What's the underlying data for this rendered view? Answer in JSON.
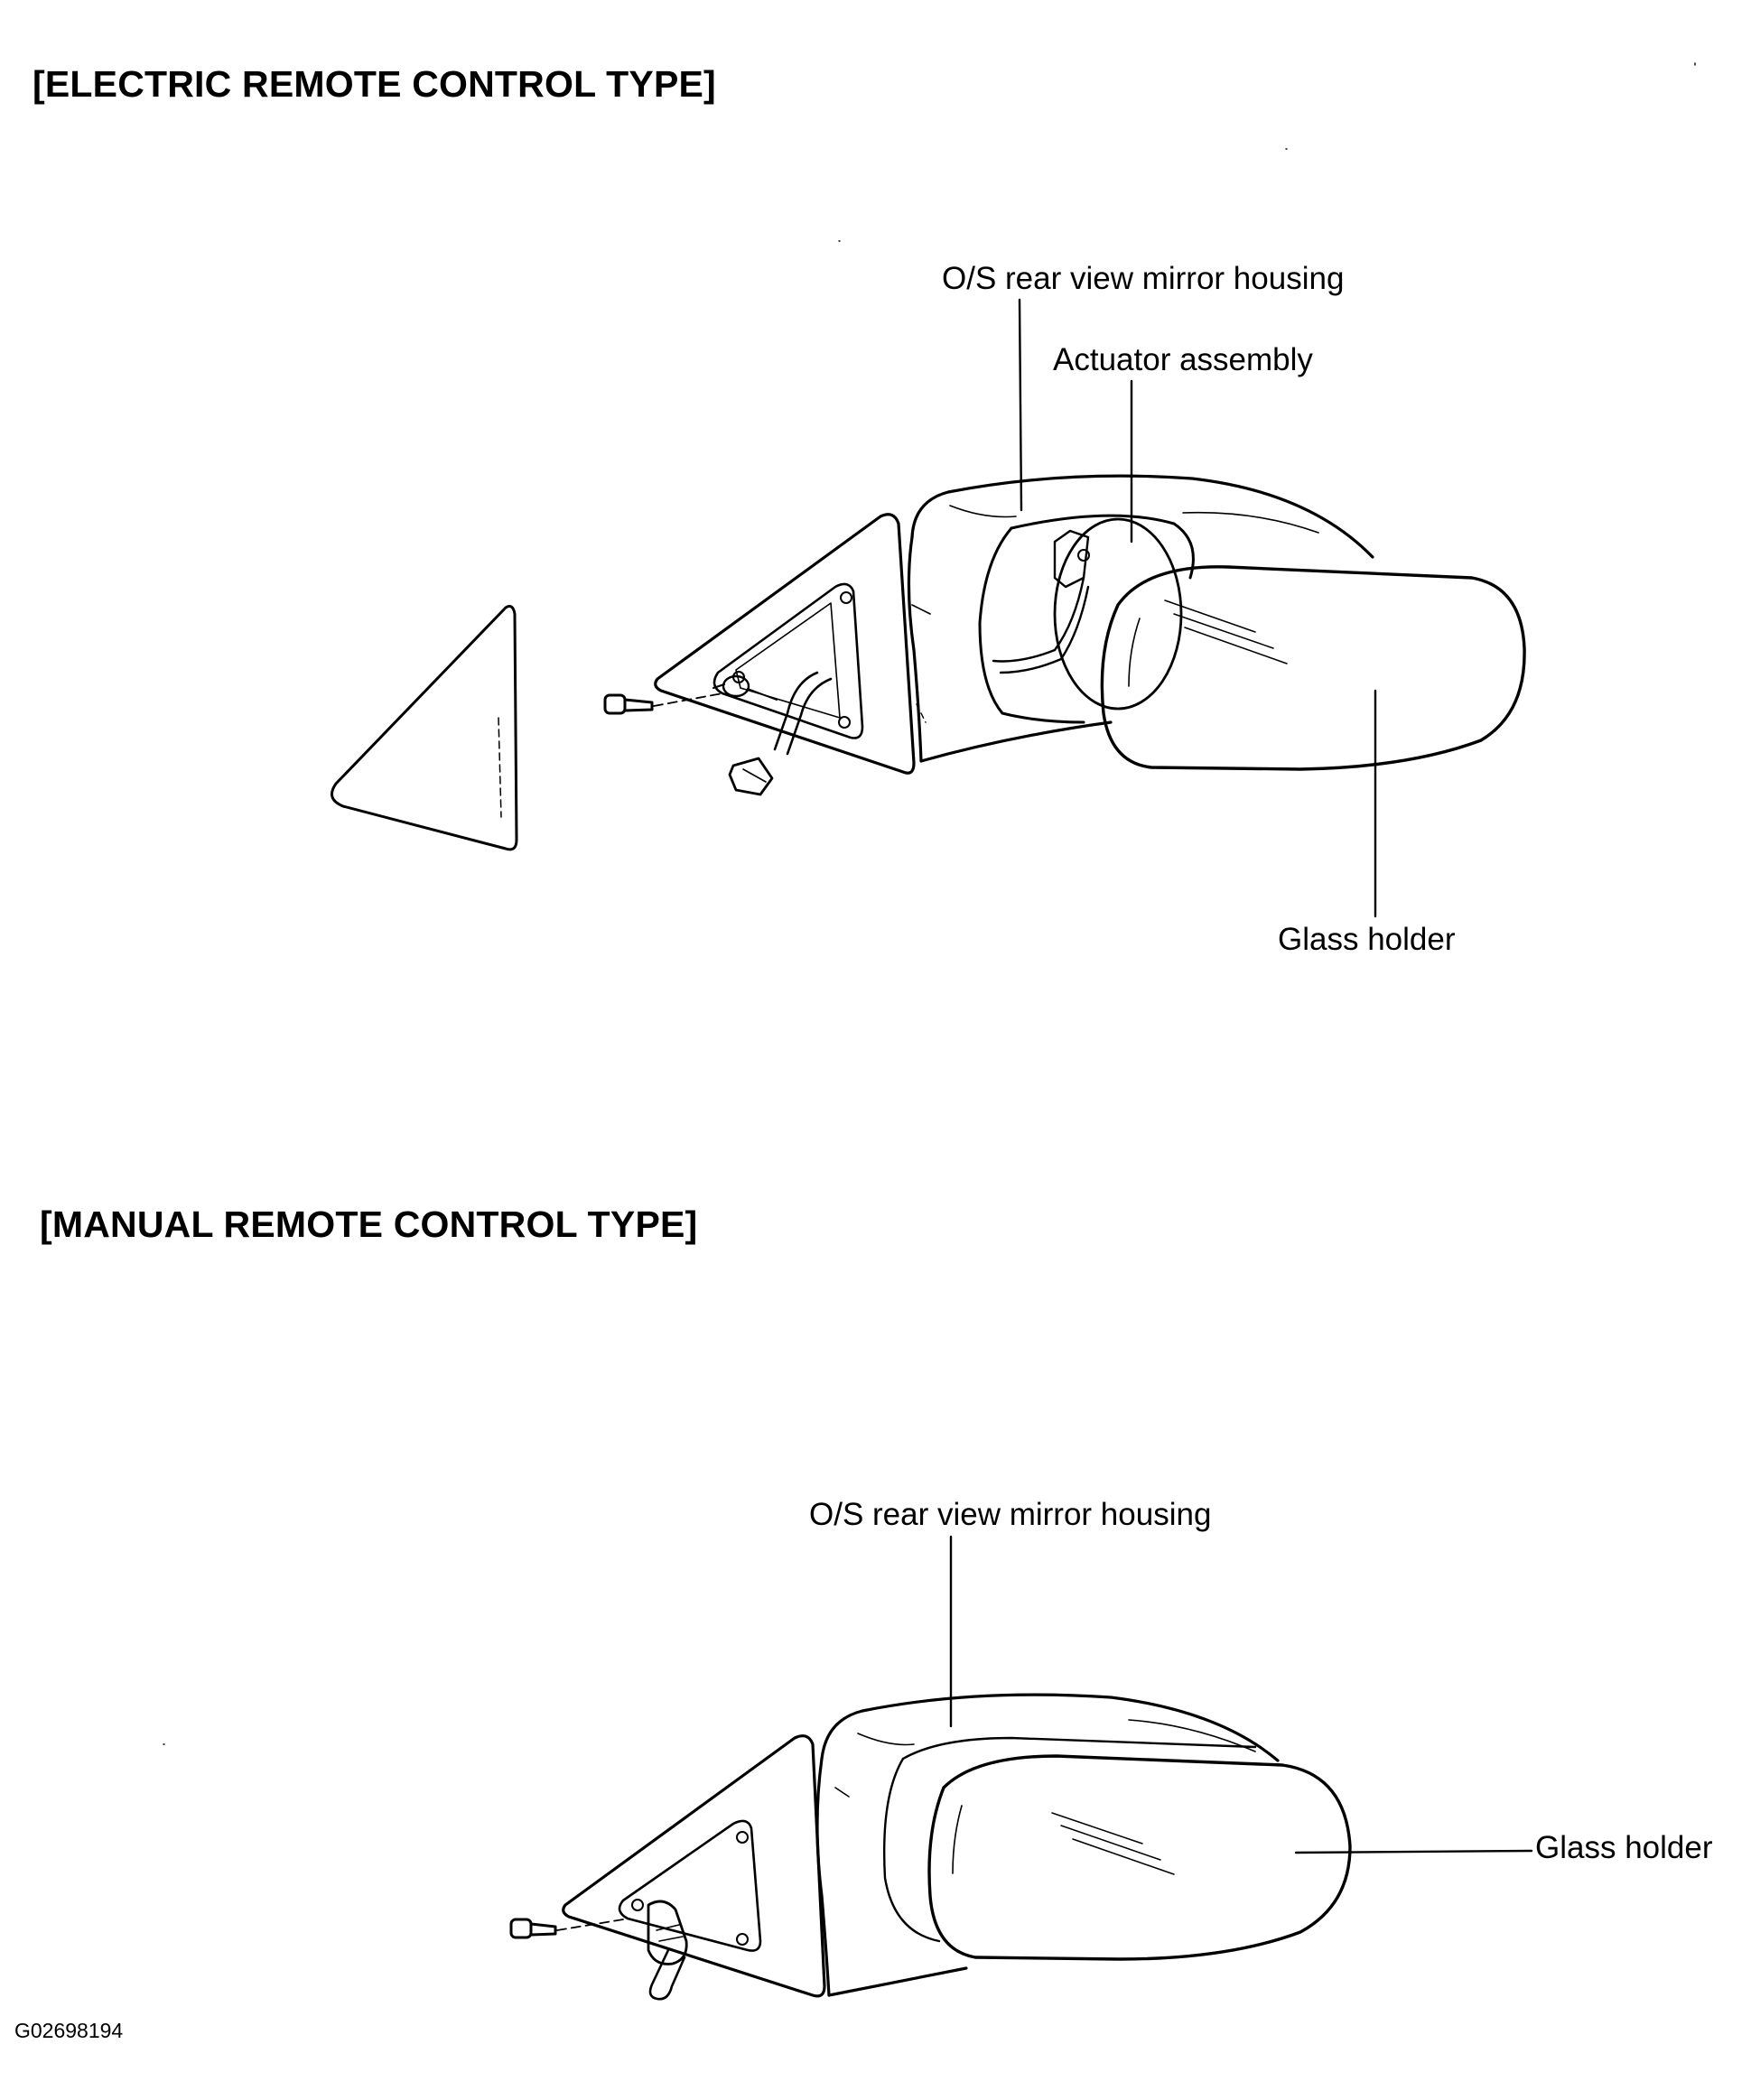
{
  "sections": {
    "electric": {
      "title": "[ELECTRIC REMOTE CONTROL TYPE]",
      "labels": {
        "housing": "O/S rear view mirror housing",
        "actuator": "Actuator assembly",
        "glass_holder": "Glass holder"
      }
    },
    "manual": {
      "title": "[MANUAL REMOTE CONTROL TYPE]",
      "labels": {
        "housing": "O/S rear view mirror housing",
        "glass_holder": "Glass holder"
      }
    }
  },
  "figure_code": "G02698194"
}
